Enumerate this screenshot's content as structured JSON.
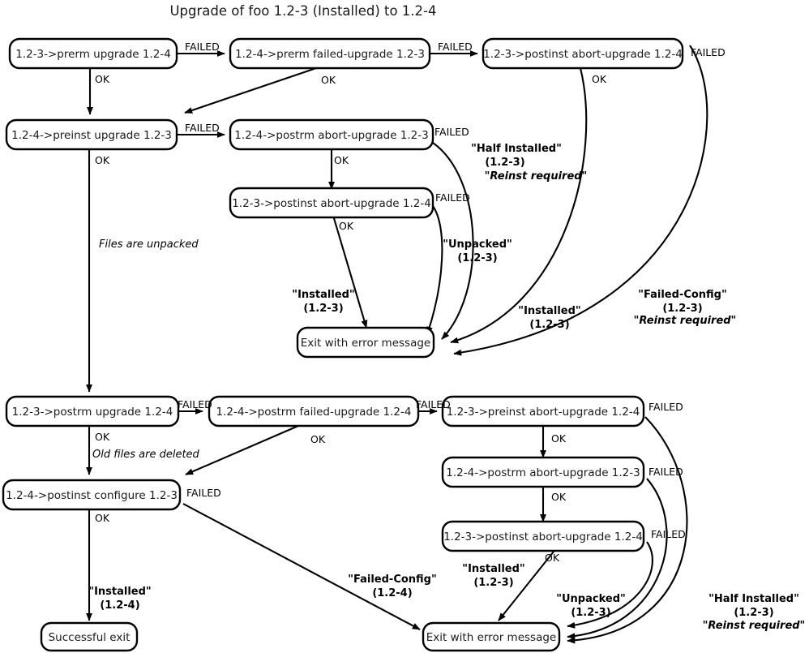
{
  "title": "Upgrade of foo 1.2-3 (Installed) to 1.2-4",
  "nodes": {
    "prerm_upgrade": "1.2-3->prerm upgrade 1.2-4",
    "prerm_failed_upgrade": "1.2-4->prerm failed-upgrade 1.2-3",
    "postinst_abort_upgrade_top": "1.2-3->postinst abort-upgrade 1.2-4",
    "preinst_upgrade": "1.2-4->preinst upgrade 1.2-3",
    "postrm_abort_upgrade_mid": "1.2-4->postrm abort-upgrade 1.2-3",
    "postinst_abort_upgrade_mid": "1.2-3->postinst abort-upgrade 1.2-4",
    "exit_error_top": "Exit with error message",
    "postrm_upgrade": "1.2-3->postrm upgrade 1.2-4",
    "postrm_failed_upgrade": "1.2-4->postrm failed-upgrade 1.2-4",
    "preinst_abort_upgrade": "1.2-3->preinst abort-upgrade 1.2-4",
    "postrm_abort_upgrade_bot": "1.2-4->postrm abort-upgrade 1.2-3",
    "postinst_abort_upgrade_bot": "1.2-3->postinst abort-upgrade 1.2-4",
    "postinst_configure": "1.2-4->postinst configure 1.2-3",
    "exit_error_bottom": "Exit with error message",
    "successful_exit": "Successful exit"
  },
  "edge_labels": {
    "failed_1": "FAILED",
    "failed_2": "FAILED",
    "failed_3": "FAILED",
    "failed_4": "FAILED",
    "failed_5": "FAILED",
    "failed_6": "FAILED",
    "failed_7": "FAILED",
    "failed_8": "FAILED",
    "failed_9": "FAILED",
    "failed_10": "FAILED",
    "failed_11": "FAILED",
    "failed_12": "FAILED",
    "ok_1": "OK",
    "ok_2": "OK",
    "ok_3": "OK",
    "ok_4": "OK",
    "ok_5": "OK",
    "ok_6": "OK",
    "ok_7": "OK",
    "ok_8": "OK",
    "ok_9": "OK",
    "ok_10": "OK",
    "ok_11": "OK",
    "ok_12": "OK"
  },
  "notes": {
    "files_unpacked": "Files are unpacked",
    "old_files_deleted": "Old files are deleted"
  },
  "states": {
    "half_installed_top": {
      "l1": "\"Half Installed\"",
      "l2": "(1.2-3)",
      "l3": "\"Reinst required\""
    },
    "unpacked_top": {
      "l1": "\"Unpacked\"",
      "l2": "(1.2-3)"
    },
    "installed_top_left": {
      "l1": "\"Installed\"",
      "l2": "(1.2-3)"
    },
    "installed_top_right": {
      "l1": "\"Installed\"",
      "l2": "(1.2-3)"
    },
    "failed_config_top": {
      "l1": "\"Failed-Config\"",
      "l2": "(1.2-3)",
      "l3": "\"Reinst required\""
    },
    "installed_bottom_left": {
      "l1": "\"Installed\"",
      "l2": "(1.2-4)"
    },
    "failed_config_bottom": {
      "l1": "\"Failed-Config\"",
      "l2": "(1.2-4)"
    },
    "installed_bottom_mid": {
      "l1": "\"Installed\"",
      "l2": "(1.2-3)"
    },
    "unpacked_bottom": {
      "l1": "\"Unpacked\"",
      "l2": "(1.2-3)"
    },
    "half_installed_bottom": {
      "l1": "\"Half Installed\"",
      "l2": "(1.2-3)",
      "l3": "\"Reinst required\""
    }
  },
  "colors": {
    "stroke": "#000000",
    "box_fill": "#ffffff",
    "text": "#1a1a1a",
    "background": "#ffffff"
  }
}
